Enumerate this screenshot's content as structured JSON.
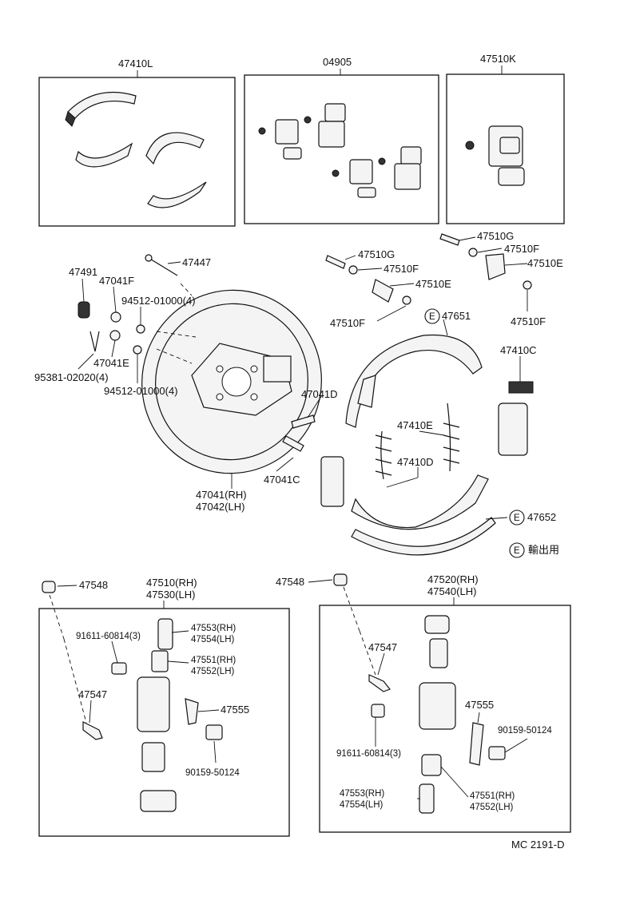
{
  "groups": {
    "shoe_kit": "47410L",
    "cylinder_kit": "04905",
    "wheel_cyl_kit": "47510K",
    "left_cylinder": [
      "47510(RH)",
      "47530(LH)"
    ],
    "right_cylinder": [
      "47520(RH)",
      "47540(LH)"
    ]
  },
  "labels": {
    "p47447": "47447",
    "p47491": "47491",
    "p47041F": "47041F",
    "p94512a": "94512-01000(4)",
    "p47041E": "47041E",
    "p95381": "95381-02020(4)",
    "p94512b": "94512-01000(4)",
    "p47041D": "47041D",
    "p47041C": "47041C",
    "plate": [
      "47041(RH)",
      "47042(LH)"
    ],
    "p47510G_a": "47510G",
    "p47510F_a": "47510F",
    "p47510E_a": "47510E",
    "p47510F_b": "47510F",
    "p47510G_b": "47510G",
    "p47510F_c": "47510F",
    "p47510E_b": "47510E",
    "p47510F_d": "47510F",
    "p47651": "47651",
    "p47410C": "47410C",
    "p47410E": "47410E",
    "p47410D": "47410D",
    "p47652": "47652",
    "export_mark": "E",
    "export_note": "輸出用",
    "p47548_l": "47548",
    "p91611_l": "91611-60814(3)",
    "p47553_l": [
      "47553(RH)",
      "47554(LH)"
    ],
    "p47551_l": [
      "47551(RH)",
      "47552(LH)"
    ],
    "p47547_l": "47547",
    "p47555_l": "47555",
    "p90159_l": "90159-50124",
    "p47548_r": "47548",
    "p47547_r": "47547",
    "p47555_r": "47555",
    "p90159_r": "90159-50124",
    "p91611_r": "91611-60814(3)",
    "p47553_r": [
      "47553(RH)",
      "47554(LH)"
    ],
    "p47551_r": [
      "47551(RH)",
      "47552(LH)"
    ]
  },
  "footer": {
    "code": "MC 2191-D"
  }
}
